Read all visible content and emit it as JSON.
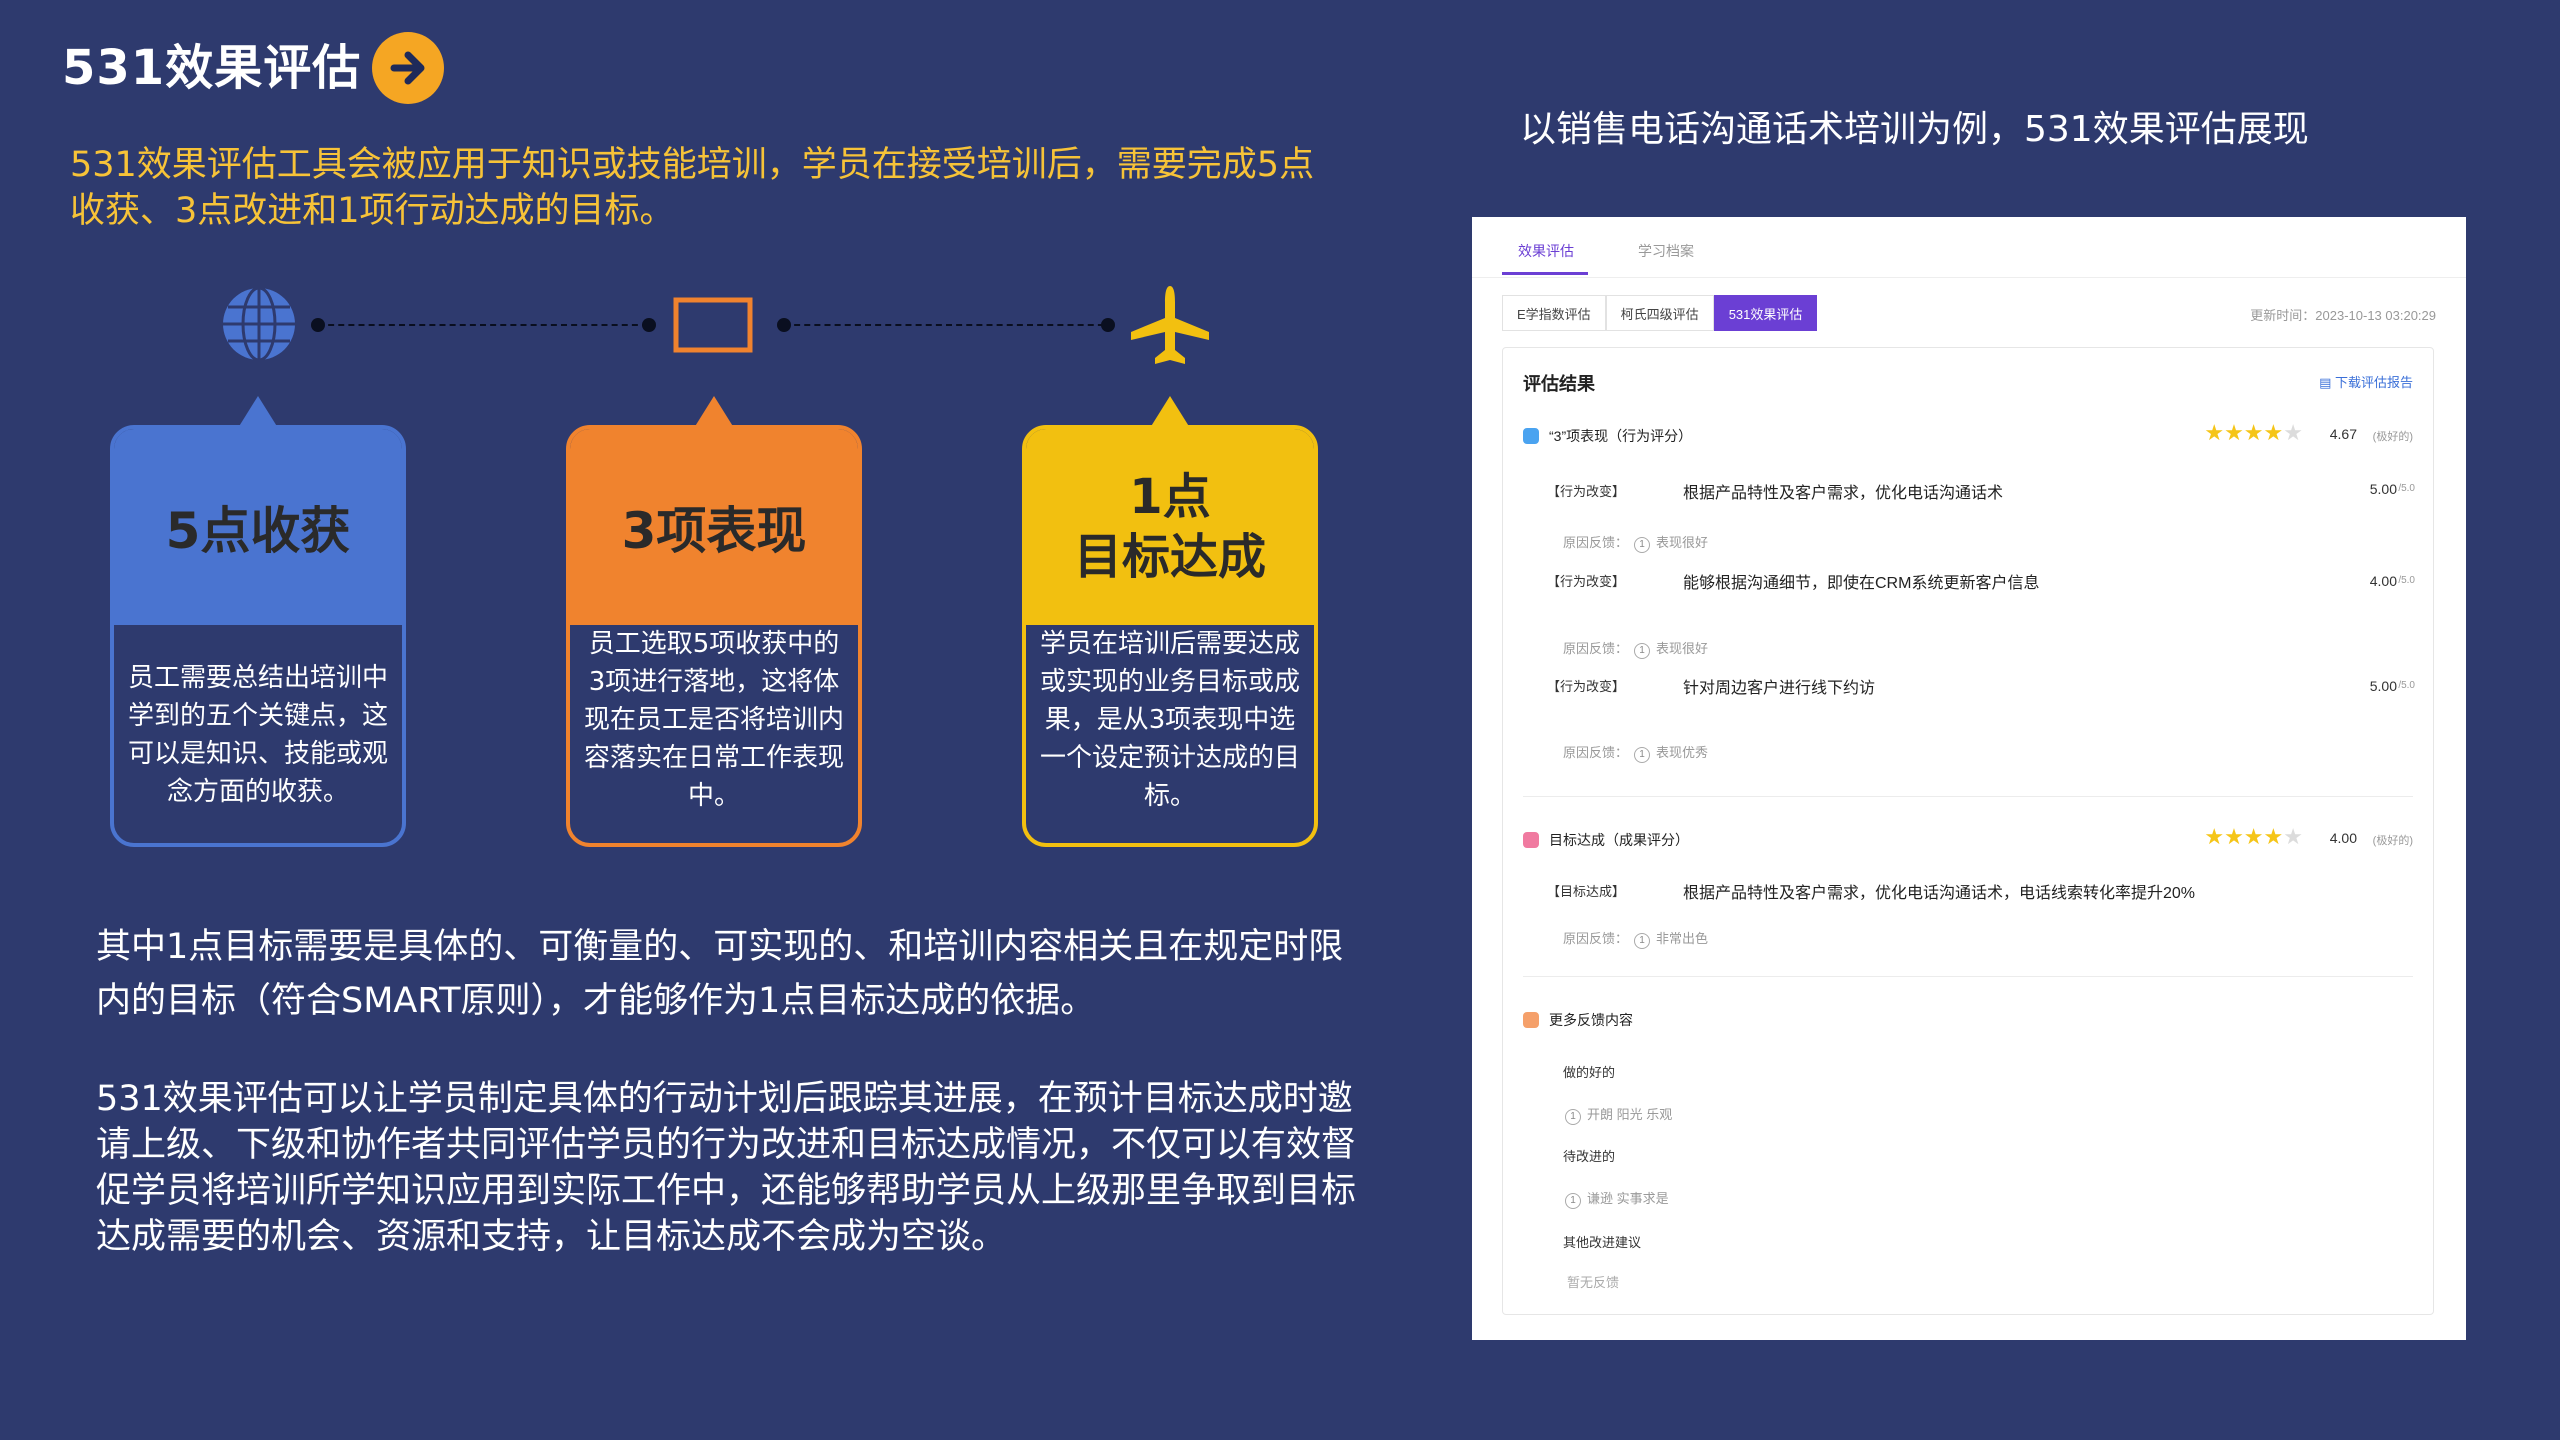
{
  "header": {
    "title": "531效果评估"
  },
  "intro": "531效果评估工具会被应用于知识或技能培训，学员在接受培训后，需要完成5点收获、3点改进和1项行动达成的目标。",
  "right_caption": "以销售电话沟通话术培训为例，531效果评估展现",
  "colors": {
    "background": "#2e3a6e",
    "blue": "#4a74d0",
    "orange": "#f0832e",
    "yellow": "#f2c010",
    "accent": "#f7c338"
  },
  "cards": [
    {
      "title": "5点收获",
      "body": "员工需要总结出培训中学到的五个关键点，这可以是知识、技能或观念方面的收获。"
    },
    {
      "title_line1": "3项表现",
      "body": "员工选取5项收获中的3项进行落地，这将体现在员工是否将培训内容落实在日常工作表现中。"
    },
    {
      "title_line1": "1点",
      "title_line2": "目标达成",
      "body": "学员在培训后需要达成或实现的业务目标或成果，是从3项表现中选一个设定预计达成的目标。"
    }
  ],
  "para1": "其中1点目标需要是具体的、可衡量的、可实现的、和培训内容相关且在规定时限内的目标（符合SMART原则），才能够作为1点目标达成的依据。",
  "para2": "531效果评估可以让学员制定具体的行动计划后跟踪其进展，在预计目标达成时邀请上级、下级和协作者共同评估学员的行为改进和目标达成情况，不仅可以有效督促学员将培训所学知识应用到实际工作中，还能够帮助学员从上级那里争取到目标达成需要的机会、资源和支持，让目标达成不会成为空谈。",
  "panel": {
    "tabs": [
      "效果评估",
      "学习档案"
    ],
    "subtabs": [
      "E学指数评估",
      "柯氏四级评估",
      "531效果评估"
    ],
    "updated": "更新时间：2023-10-13 03:20:29",
    "section_title": "评估结果",
    "download": "下载评估报告",
    "behavior": {
      "label": "“3”项表现（行为评分）",
      "score": "4.67",
      "score_note": "(极好的)",
      "stars": 4,
      "items": [
        {
          "tag": "【行为改变】",
          "text": "根据产品特性及客户需求，优化电话沟通话术",
          "score": "5.00",
          "of": "/5.0",
          "reason_label": "原因反馈：",
          "reason_num": "1",
          "reason": "表现很好"
        },
        {
          "tag": "【行为改变】",
          "text": "能够根据沟通细节，即使在CRM系统更新客户信息",
          "score": "4.00",
          "of": "/5.0",
          "reason_label": "原因反馈：",
          "reason_num": "1",
          "reason": "表现很好"
        },
        {
          "tag": "【行为改变】",
          "text": "针对周边客户进行线下约访",
          "score": "5.00",
          "of": "/5.0",
          "reason_label": "原因反馈：",
          "reason_num": "1",
          "reason": "表现优秀"
        }
      ]
    },
    "goal": {
      "label": "目标达成（成果评分）",
      "score": "4.00",
      "score_note": "(极好的)",
      "stars": 4,
      "tag": "【目标达成】",
      "text": "根据产品特性及客户需求，优化电话沟通话术，电话线索转化率提升20%",
      "reason_label": "原因反馈：",
      "reason_num": "1",
      "reason": "非常出色"
    },
    "more": {
      "label": "更多反馈内容",
      "good_label": "做的好的",
      "good_num": "1",
      "good": "开朗 阳光 乐观",
      "improve_label": "待改进的",
      "improve_num": "1",
      "improve": "谦逊 实事求是",
      "other_label": "其他改进建议",
      "other": "暂无反馈"
    }
  }
}
